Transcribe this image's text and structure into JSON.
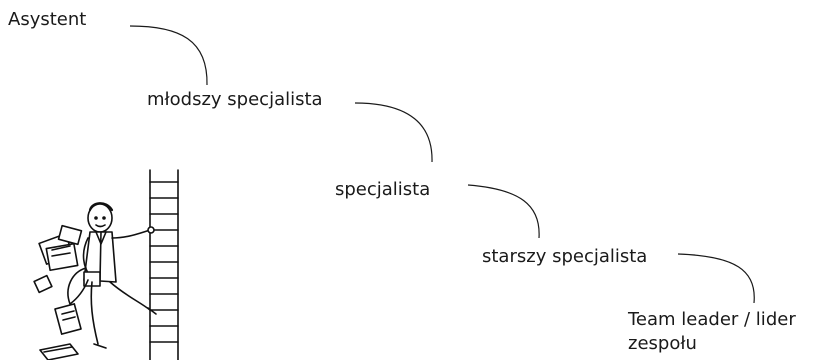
{
  "career_ladder": {
    "levels": [
      {
        "label": "Asystent"
      },
      {
        "label": "młodszy specjalista"
      },
      {
        "label": "specjalista"
      },
      {
        "label": "starszy specjalista"
      },
      {
        "label": "Team leader / lider zespołu"
      }
    ]
  },
  "colors": {
    "text": "#1a1a1a",
    "line": "#1a1a1a",
    "background": "#ffffff"
  },
  "illustration": {
    "icon": "man-climbing-ladder-illustration"
  }
}
